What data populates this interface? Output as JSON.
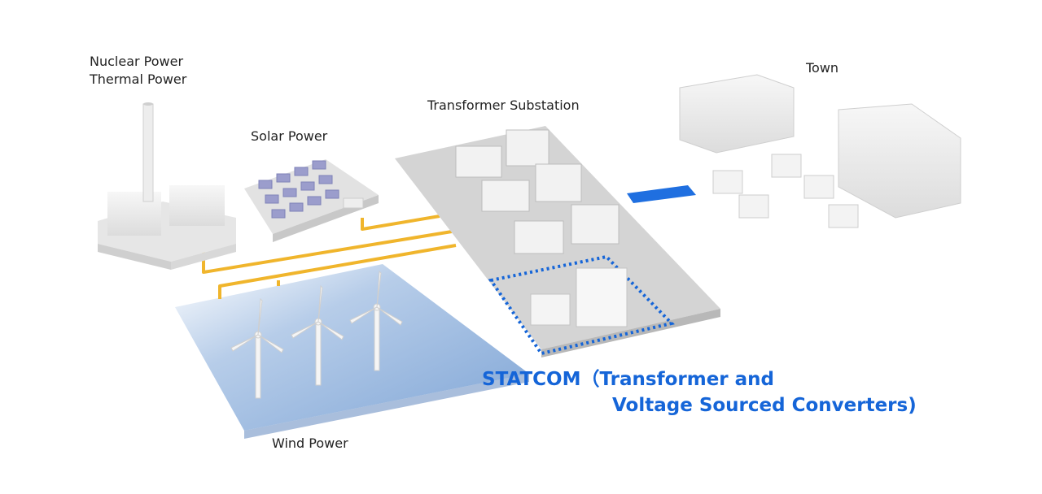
{
  "labels": {
    "nuclear_line1": "Nuclear Power",
    "nuclear_line2": "Thermal Power",
    "solar": "Solar Power",
    "substation": "Transformer Substation",
    "town": "Town",
    "wind": "Wind Power",
    "statcom_line1": "STATCOM（Transformer and",
    "statcom_line2": "Voltage Sourced Converters)"
  },
  "colors": {
    "power_line": "#f0b52c",
    "statcom_accent": "#1565d8",
    "sea": "#8fb2dc",
    "ground": "#d9d9d9"
  }
}
